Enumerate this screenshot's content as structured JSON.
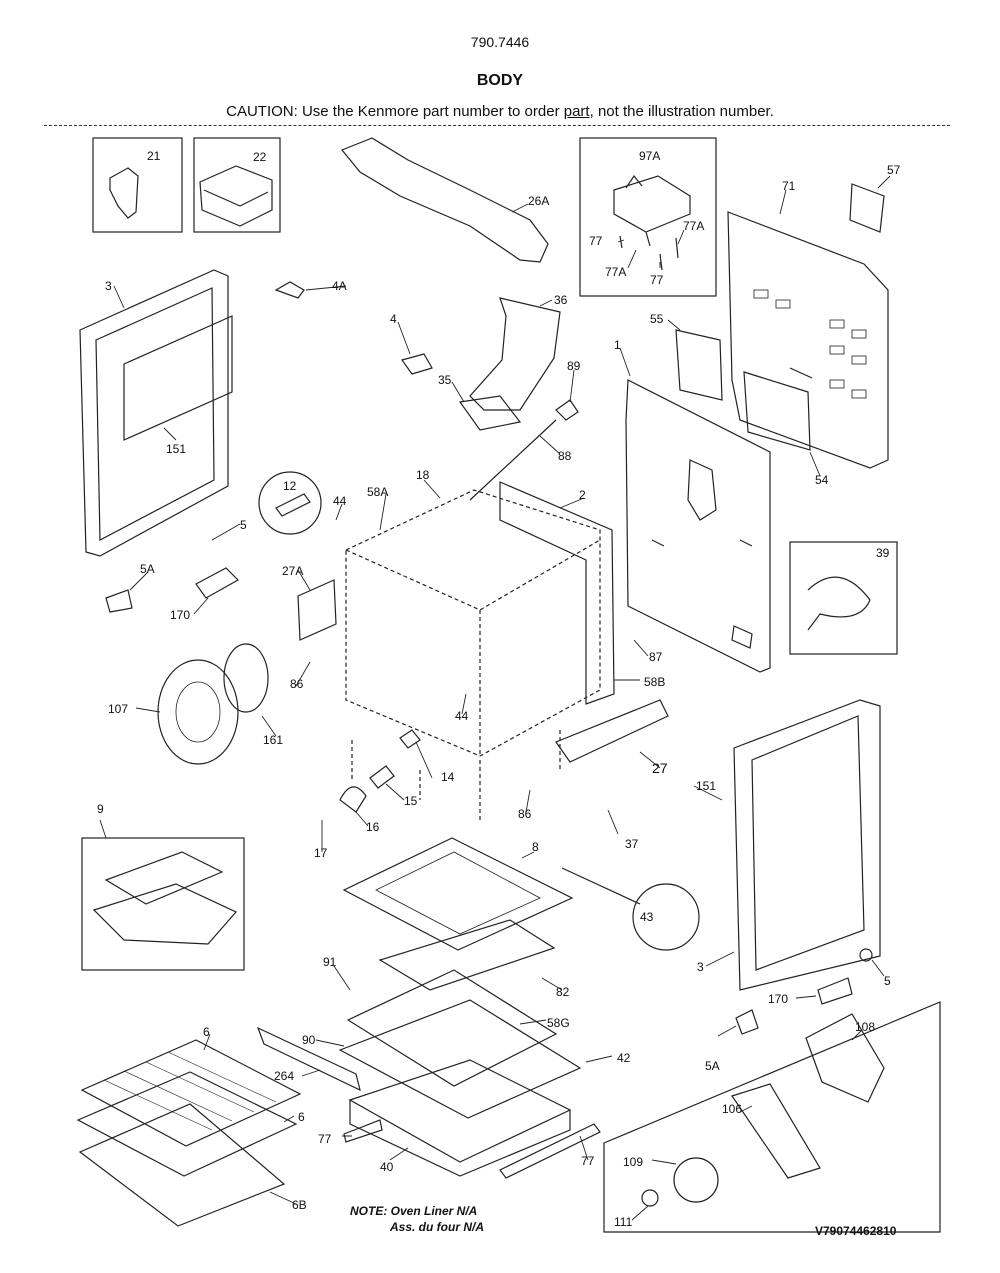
{
  "header": {
    "model": "790.7446",
    "title": "BODY",
    "caution_pre": "CAUTION: Use the Kenmore part number to order ",
    "caution_part": "part",
    "caution_post": ", not the illustration number."
  },
  "callouts": {
    "c21": "21",
    "c22": "22",
    "c26A": "26A",
    "c97A": "97A",
    "c77a": "77",
    "c77A_1": "77A",
    "c77A_2": "77A",
    "c77b": "77",
    "c57": "57",
    "c71": "71",
    "c3a": "3",
    "c4A": "4A",
    "c4": "4",
    "c36": "36",
    "c55": "55",
    "c1": "1",
    "c35": "35",
    "c89": "89",
    "c151a": "151",
    "c88": "88",
    "c54": "54",
    "c12": "12",
    "c18": "18",
    "c2": "2",
    "c44a": "44",
    "c58A": "58A",
    "c5a": "5",
    "c39": "39",
    "c5Aa": "5A",
    "c27A": "27A",
    "c170a": "170",
    "c87": "87",
    "c86a": "86",
    "c58B": "58B",
    "c107": "107",
    "c44b": "44",
    "c161": "161",
    "c14": "14",
    "c27": "27",
    "c151b": "151",
    "c15": "15",
    "c86b": "86",
    "c9": "9",
    "c16": "16",
    "c37": "37",
    "c17": "17",
    "c8": "8",
    "c43": "43",
    "c3b": "3",
    "c5b": "5",
    "c91": "91",
    "c82": "82",
    "c170b": "170",
    "c58G": "58G",
    "c108": "108",
    "c90": "90",
    "c42": "42",
    "c5Ab": "5A",
    "c264": "264",
    "c6a": "6",
    "c6b": "6",
    "c106": "106",
    "c77c": "77",
    "c40": "40",
    "c77d": "77",
    "c109": "109",
    "c6B": "6B",
    "c111": "111"
  },
  "note": {
    "line1": "NOTE: Oven Liner N/A",
    "line2": "Ass. du four N/A"
  },
  "drawing_code": "V79074462810"
}
